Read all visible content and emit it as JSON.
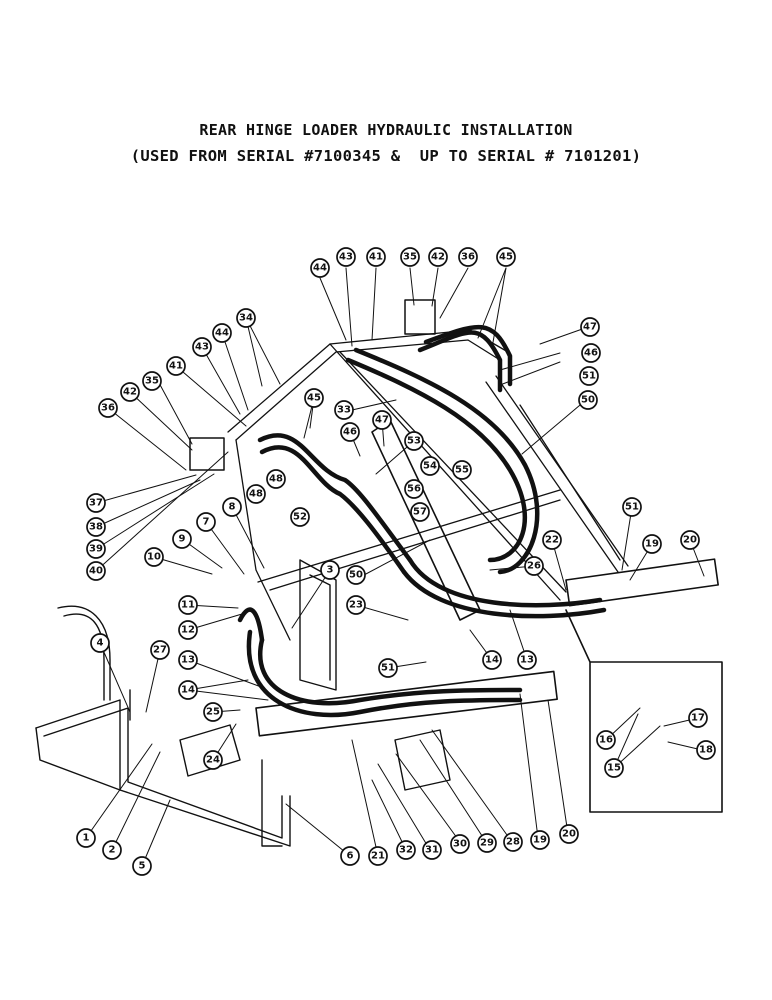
{
  "title": {
    "line1": "REAR HINGE LOADER HYDRAULIC INSTALLATION",
    "line2": "(USED FROM SERIAL #7100345 &  UP TO SERIAL # 7101201)"
  },
  "callouts": [
    "44",
    "43",
    "41",
    "35",
    "42",
    "36",
    "45",
    "47",
    "46",
    "51",
    "50",
    "34",
    "44",
    "43",
    "41",
    "42",
    "35",
    "36",
    "45",
    "46",
    "47",
    "33",
    "53",
    "54",
    "55",
    "56",
    "57",
    "48",
    "48",
    "52",
    "37",
    "38",
    "39",
    "40",
    "7",
    "8",
    "9",
    "10",
    "3",
    "50",
    "51",
    "22",
    "19",
    "20",
    "26",
    "23",
    "11",
    "12",
    "13",
    "14",
    "13",
    "14",
    "51",
    "4",
    "27",
    "25",
    "24",
    "1",
    "2",
    "5",
    "6",
    "21",
    "32",
    "31",
    "30",
    "29",
    "28",
    "19",
    "20",
    "16",
    "17",
    "18",
    "15"
  ],
  "colors": {
    "ink": "#111111",
    "paper": "#ffffff"
  }
}
